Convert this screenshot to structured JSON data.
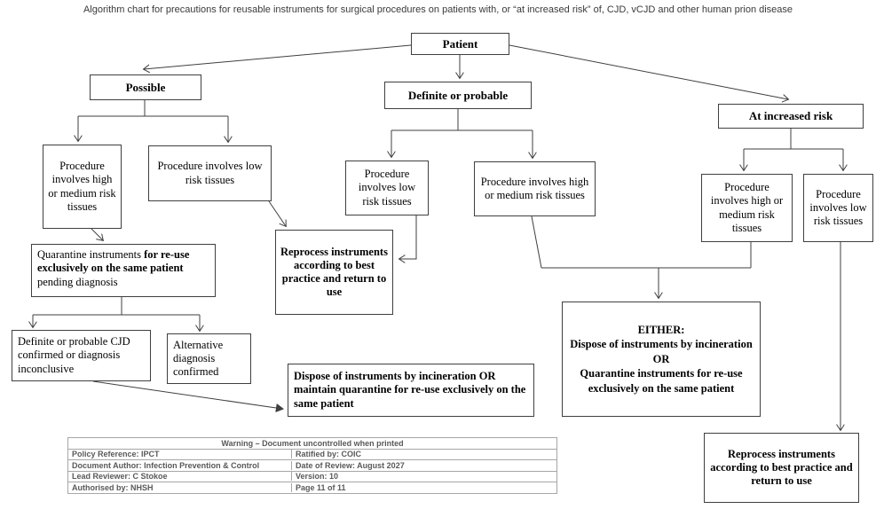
{
  "title": "Algorithm chart for precautions for reusable instruments for surgical procedures on patients with, or “at increased risk” of, CJD, vCJD and other human prion disease",
  "nodes": {
    "patient": "Patient",
    "possible": "Possible",
    "definite": "Definite or probable",
    "at_risk": "At increased risk",
    "possible_high": "Procedure involves high or medium risk tissues",
    "possible_low": "Procedure involves low risk tissues",
    "definite_low": "Procedure involves low risk tissues",
    "definite_high": "Procedure involves high or medium risk tissues",
    "risk_high": "Procedure involves high or medium risk tissues",
    "risk_low": "Procedure involves low risk tissues",
    "quarantine": {
      "normal1": "Quarantine instruments ",
      "bold": "for re-use exclusively on the same patient",
      "normal2": " pending diagnosis"
    },
    "cjd_confirmed": "Definite or probable CJD confirmed or diagnosis inconclusive",
    "alt_diagnosis": "Alternative diagnosis confirmed",
    "reprocess_mid": "Reprocess instruments according to best practice and return to use",
    "dispose": "Dispose of instruments by incineration OR maintain quarantine for re-use exclusively on the same patient",
    "either_lines": [
      "EITHER:",
      "Dispose of instruments by incineration",
      "OR",
      "Quarantine instruments for re-use exclusively on the same patient"
    ],
    "reprocess_right": "Reprocess instruments according to best practice and return to use"
  },
  "footer": {
    "warning": "Warning – Document uncontrolled when printed",
    "rows": [
      {
        "left": "Policy Reference: IPCT",
        "right": "Ratified by: COIC"
      },
      {
        "left": "Document Author: Infection Prevention & Control",
        "right": "Date of Review:  August 2027"
      },
      {
        "left": "Lead Reviewer: C Stokoe",
        "right": "Version: 10"
      },
      {
        "left": "Authorised by: NHSH",
        "right": "Page 11 of 11"
      }
    ]
  },
  "colors": {
    "line": "#3f3f3f",
    "box_border": "#3f3f3f",
    "footer_text": "#595959",
    "footer_border": "#a6a6a6",
    "background": "#ffffff"
  }
}
